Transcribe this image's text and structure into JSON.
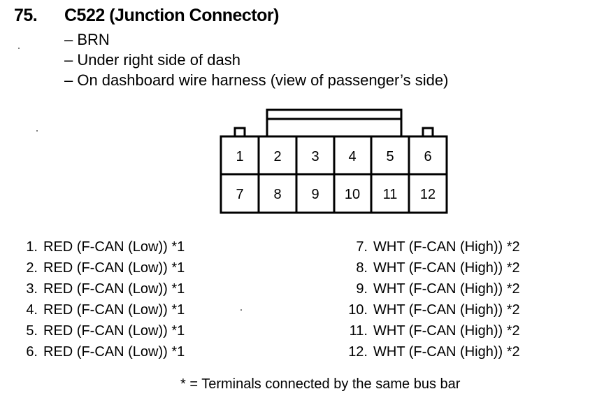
{
  "header": {
    "number": "75.",
    "title": "C522 (Junction Connector)"
  },
  "details": [
    "– BRN",
    "– Under right side of dash",
    "– On dashboard wire harness (view of passenger’s side)"
  ],
  "connector": {
    "top_row": [
      "1",
      "2",
      "3",
      "4",
      "5",
      "6"
    ],
    "bottom_row": [
      "7",
      "8",
      "9",
      "10",
      "11",
      "12"
    ]
  },
  "pins_left": [
    {
      "num": "1.",
      "desc": "RED (F-CAN (Low)) *1"
    },
    {
      "num": "2.",
      "desc": "RED (F-CAN (Low)) *1"
    },
    {
      "num": "3.",
      "desc": "RED (F-CAN (Low)) *1"
    },
    {
      "num": "4.",
      "desc": "RED (F-CAN (Low)) *1"
    },
    {
      "num": "5.",
      "desc": "RED (F-CAN (Low)) *1"
    },
    {
      "num": "6.",
      "desc": "RED (F-CAN (Low)) *1"
    }
  ],
  "pins_right": [
    {
      "num": "7.",
      "desc": "WHT (F-CAN (High)) *2"
    },
    {
      "num": "8.",
      "desc": "WHT (F-CAN (High)) *2"
    },
    {
      "num": "9.",
      "desc": "WHT (F-CAN (High)) *2"
    },
    {
      "num": "10.",
      "desc": "WHT (F-CAN (High)) *2"
    },
    {
      "num": "11.",
      "desc": "WHT (F-CAN (High)) *2"
    },
    {
      "num": "12.",
      "desc": "WHT (F-CAN (High)) *2"
    }
  ],
  "footnote": "* = Terminals connected by the same bus bar"
}
